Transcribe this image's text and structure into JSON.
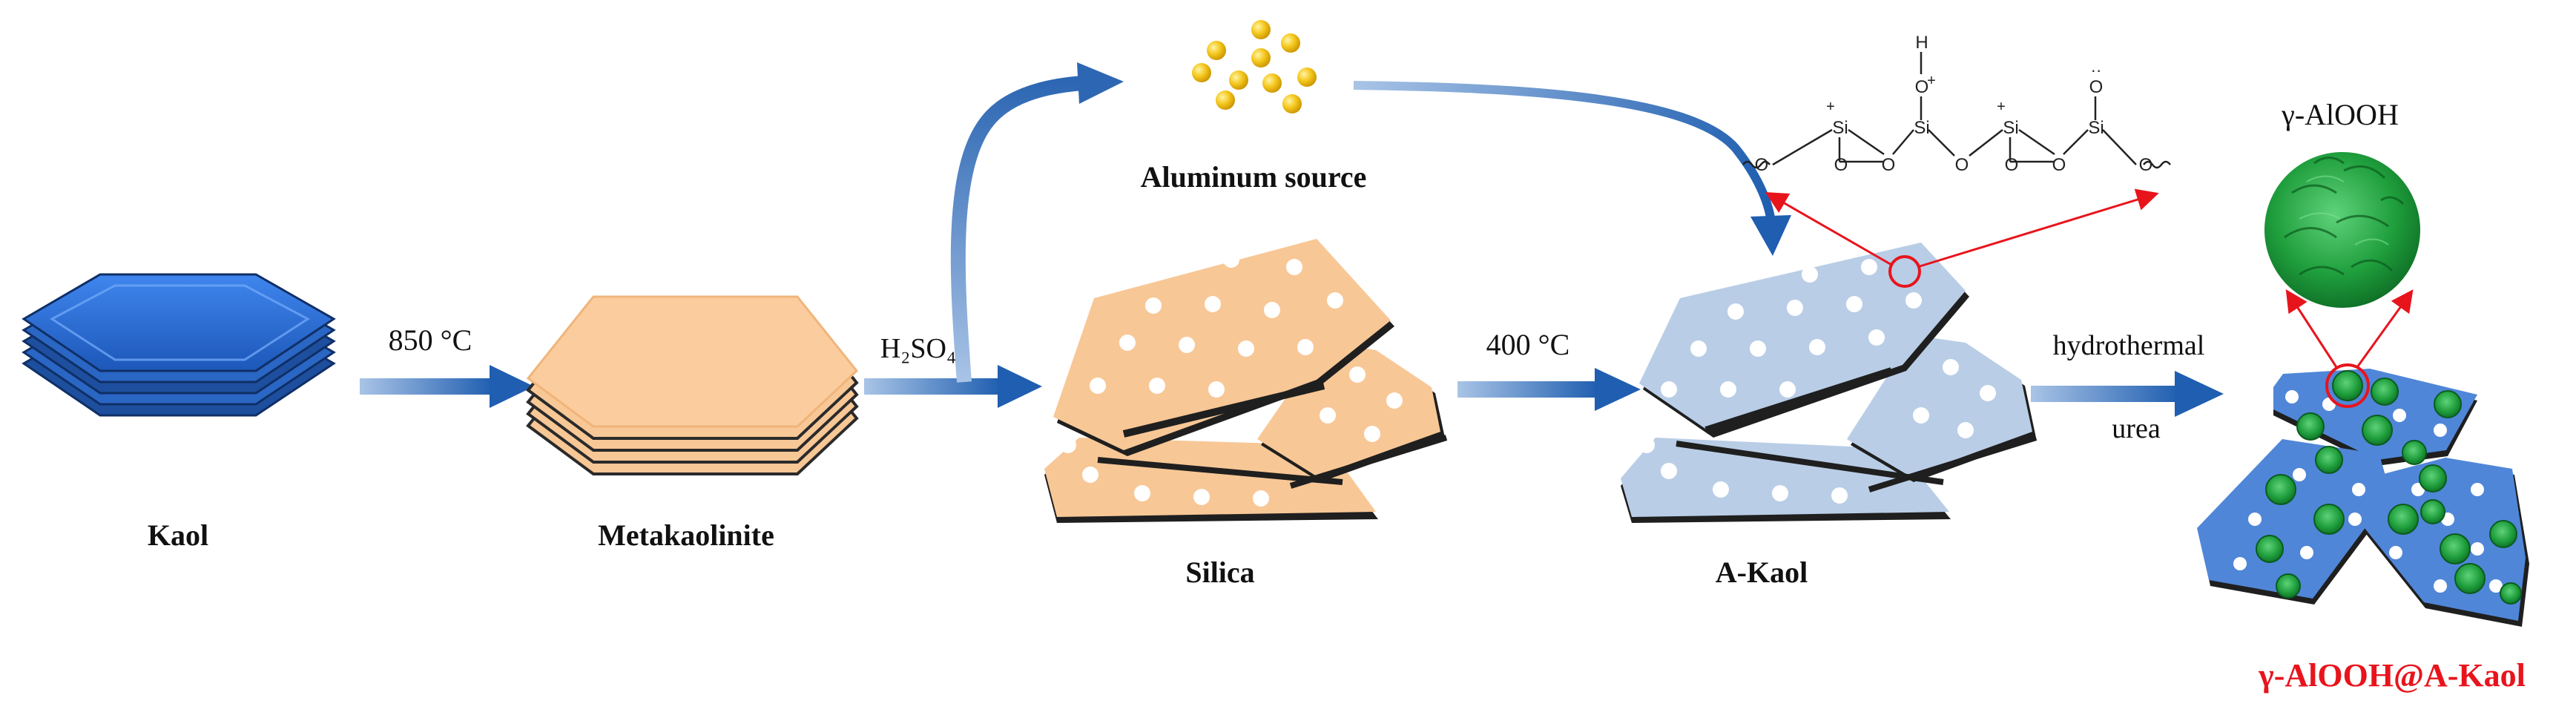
{
  "labels": {
    "kaol": "Kaol",
    "metakaolinite": "Metakaolinite",
    "silica": "Silica",
    "akaol": "A-Kaol",
    "aluminum_source": "Aluminum source",
    "product": "γ-AlOOH@A-Kaol",
    "alooh": "γ-AlOOH"
  },
  "conditions": {
    "step1": "850 °C",
    "step2": "H₂SO₄",
    "step3": "400 °C",
    "step4_top": "hydrothermal",
    "step4_bottom": "urea"
  },
  "structure": {
    "si": "Si",
    "o": "O",
    "h": "H",
    "plus": "+",
    "lone_pair": "··"
  },
  "colors": {
    "kaol": "#2f6fd6",
    "metakaolinite": "#f8c796",
    "silica": "#f8c796",
    "akaol": "#b9cde6",
    "arrow": "#2d67b3",
    "aluminum": "#f2c21a",
    "alooh": "#1f9e3c",
    "highlight": "#e8141c"
  }
}
